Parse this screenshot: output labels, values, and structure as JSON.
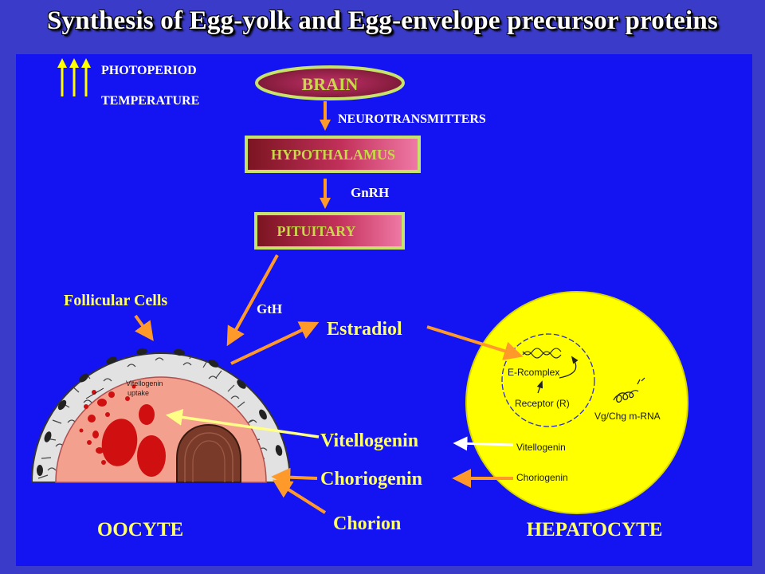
{
  "title": "Synthesis of Egg-yolk and Egg-envelope precursor proteins",
  "environment": {
    "photoperiod": "PHOTOPERIOD",
    "temperature": "TEMPERATURE"
  },
  "brain": "BRAIN",
  "neurotransmitters": "NEUROTRANSMITTERS",
  "hypothalamus": "HYPOTHALAMUS",
  "gnrh": "GnRH",
  "pituitary": "PITUITARY",
  "gth": "GtH",
  "follicular_cells": "Follicular Cells",
  "estradiol": "Estradiol",
  "vitellogenin": "Vitellogenin",
  "choriogenin": "Choriogenin",
  "chorion": "Chorion",
  "oocyte": {
    "label": "OOCYTE",
    "uptake_line1": "Vitellogenin",
    "uptake_line2": "uptake"
  },
  "hepatocyte": {
    "label": "HEPATOCYTE",
    "er_complex": "E-Rcomplex",
    "receptor": "Receptor (R)",
    "mrna": "Vg/Chg m-RNA",
    "vitellogenin": "Vitellogenin",
    "choriogenin": "Choriogenin"
  },
  "colors": {
    "background": "#3b3bc9",
    "panel": "#1414f2",
    "arrow": "#ff9a2a",
    "label_yellow": "#ffff66",
    "hepatocyte": "#ffff00",
    "box_border": "#c8e36b"
  }
}
